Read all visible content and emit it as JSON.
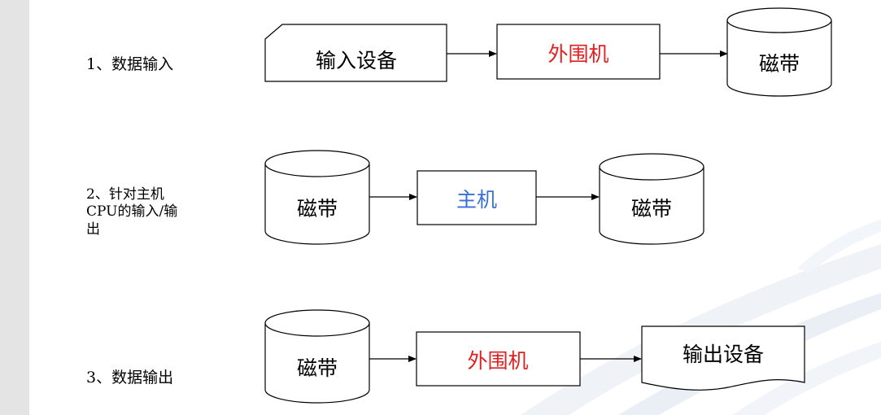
{
  "rows": [
    {
      "label": "1、数据输入",
      "nodes": [
        {
          "text": "输入设备",
          "shape": "card",
          "color": "#000000"
        },
        {
          "text": "外围机",
          "shape": "process",
          "color": "#e02020"
        },
        {
          "text": "磁带",
          "shape": "tape",
          "color": "#000000"
        }
      ]
    },
    {
      "label": "2、针对主机CPU的输入/输出",
      "label_lines": [
        "2、针对主机",
        "CPU的输入/输",
        "出"
      ],
      "nodes": [
        {
          "text": "磁带",
          "shape": "tape",
          "color": "#000000"
        },
        {
          "text": "主机",
          "shape": "process",
          "color": "#3a6fd8"
        },
        {
          "text": "磁带",
          "shape": "tape",
          "color": "#000000"
        }
      ]
    },
    {
      "label": "3、数据输出",
      "nodes": [
        {
          "text": "磁带",
          "shape": "tape",
          "color": "#000000"
        },
        {
          "text": "外围机",
          "shape": "process",
          "color": "#e02020"
        },
        {
          "text": "输出设备",
          "shape": "document",
          "color": "#000000"
        }
      ]
    }
  ],
  "colors": {
    "stroke": "#000000",
    "left_strip": "#e4e4e4",
    "swoosh": "#dde6f0"
  }
}
